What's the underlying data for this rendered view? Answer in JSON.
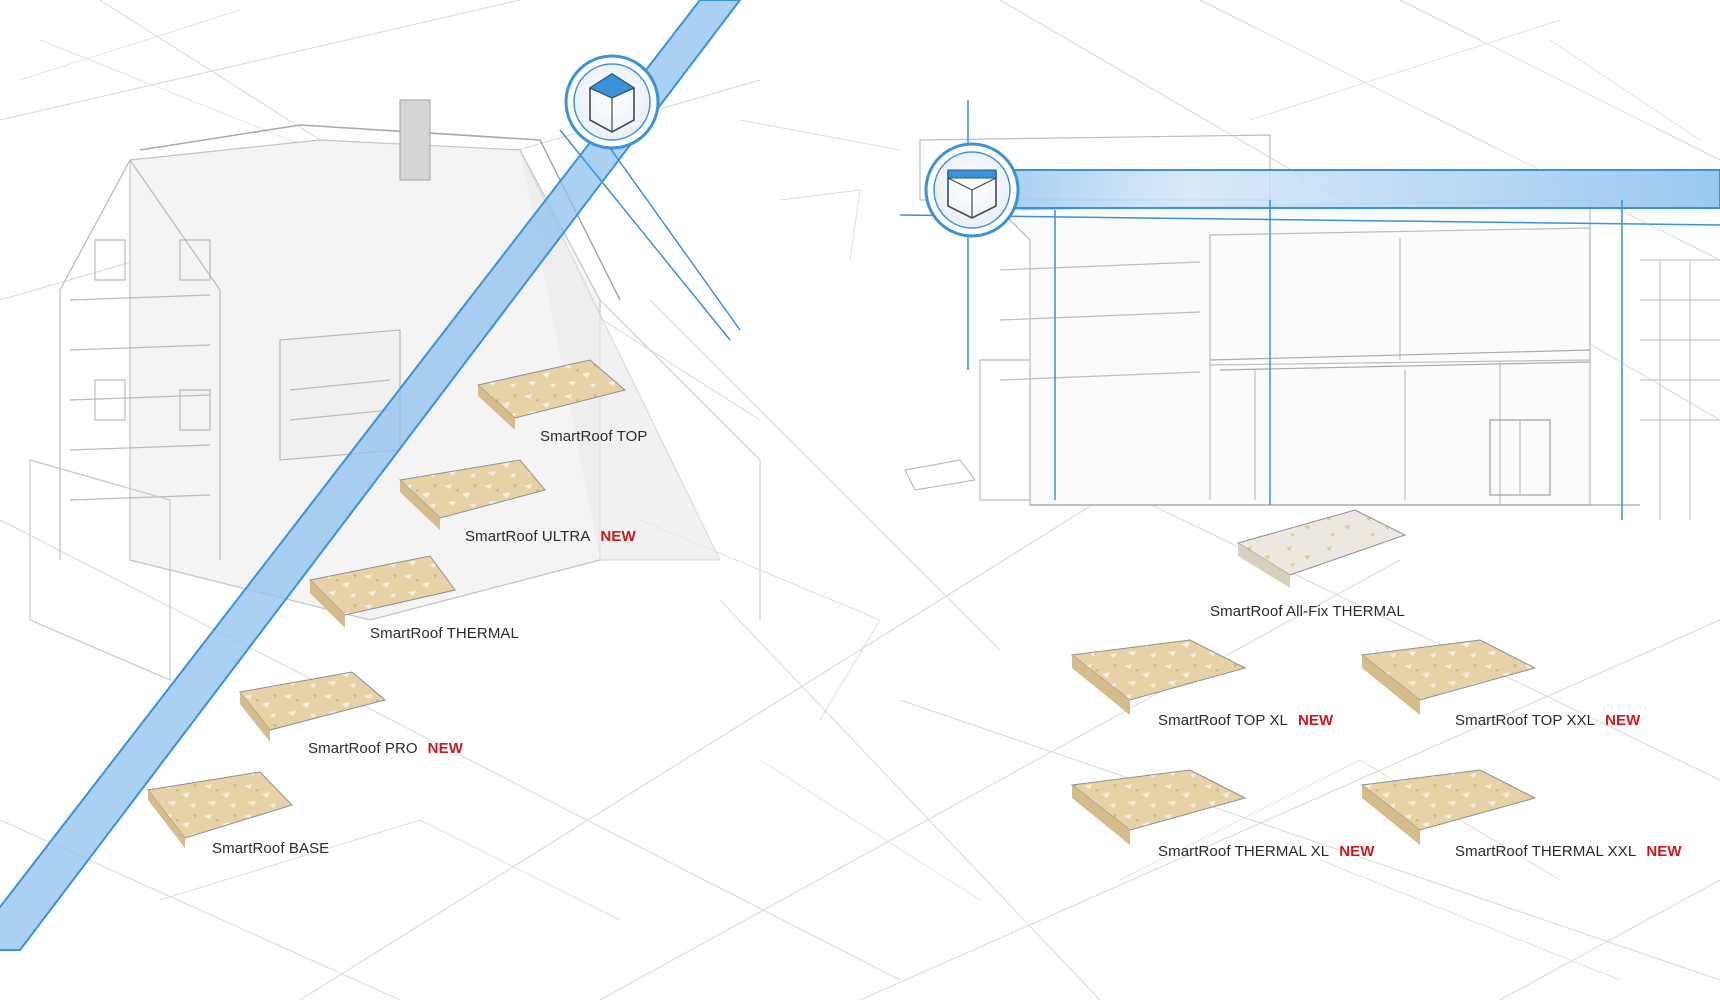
{
  "colors": {
    "accent_blue": "#3a92d8",
    "beam_blue": "#8fc2ee",
    "sketch_gray": "#c8c8c8",
    "board_tan": "#e6cfa4",
    "board_light": "#ece7df",
    "new_red": "#d0191f"
  },
  "icons": {
    "pitched_roof": "house-pitched-roof-icon",
    "flat_roof": "house-flat-roof-icon"
  },
  "products": {
    "top": {
      "name": "SmartRoof TOP",
      "badge": ""
    },
    "ultra": {
      "name": "SmartRoof ULTRA",
      "badge": "NEW"
    },
    "thermal": {
      "name": "SmartRoof THERMAL",
      "badge": ""
    },
    "pro": {
      "name": "SmartRoof PRO",
      "badge": "NEW"
    },
    "base": {
      "name": "SmartRoof BASE",
      "badge": ""
    },
    "allfix": {
      "name": "SmartRoof All-Fix THERMAL",
      "badge": ""
    },
    "top_xl": {
      "name": "SmartRoof TOP XL",
      "badge": "NEW"
    },
    "top_xxl": {
      "name": "SmartRoof TOP XXL",
      "badge": "NEW"
    },
    "thermal_xl": {
      "name": "SmartRoof THERMAL XL",
      "badge": "NEW"
    },
    "thermal_xxl": {
      "name": "SmartRoof THERMAL XXL",
      "badge": "NEW"
    }
  }
}
